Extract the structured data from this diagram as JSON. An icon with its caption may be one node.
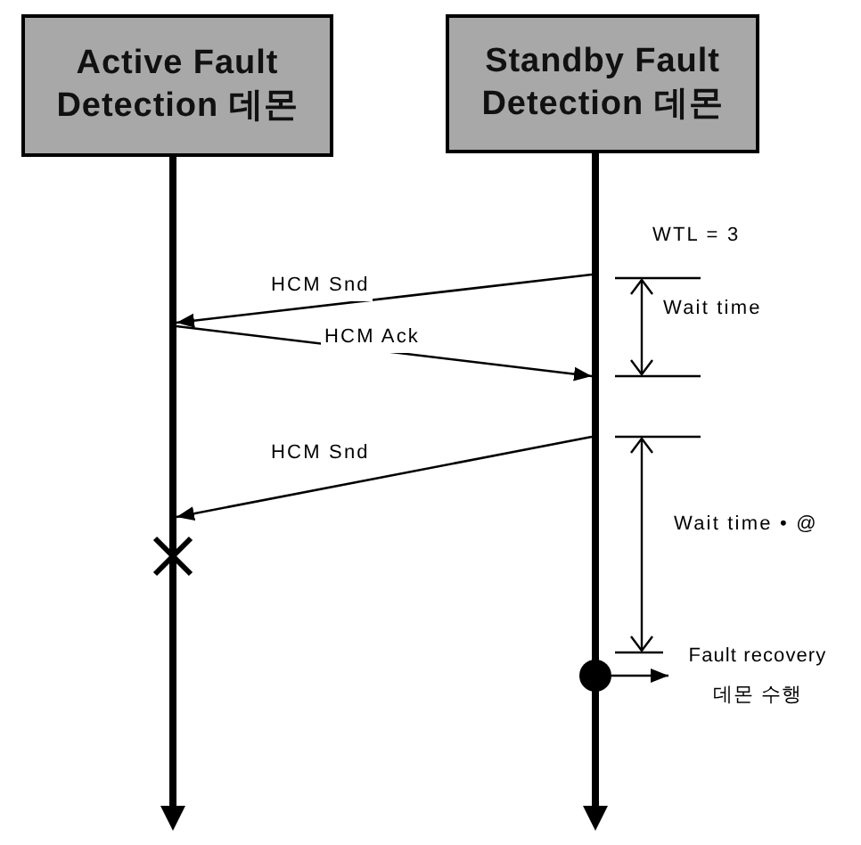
{
  "diagram": {
    "nodes": [
      {
        "text": [
          "Active Fault Detection 데몬"
        ]
      },
      {
        "text": [
          "Standby Fault Detection 데몬"
        ]
      },
      {
        "text": [],
        "shape": "bar"
      },
      {
        "text": [],
        "shape": "bar"
      },
      {
        "text": [],
        "shape": "circle"
      },
      {
        "text": [
          "Fault recovery 데몬 수행"
        ]
      }
    ],
    "edges": [
      {
        "from": 3,
        "to": 2,
        "arrow": "to",
        "label": "HCM Snd"
      },
      {
        "from": 2,
        "to": 3,
        "arrow": "to",
        "label": "HCM Ack"
      },
      {
        "from": 3,
        "to": 2,
        "arrow": "to",
        "label": "HCM Snd"
      },
      {
        "from": 4,
        "to": 5,
        "arrow": "to"
      }
    ],
    "labels": [
      "WTL = 3",
      "Wait time",
      "Wait time • @"
    ]
  }
}
